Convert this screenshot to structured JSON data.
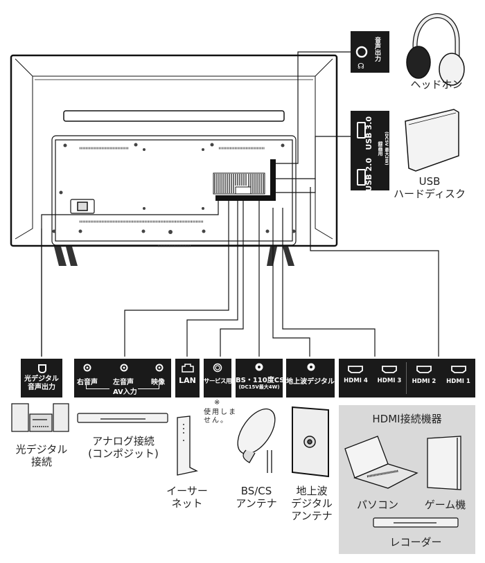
{
  "title": "TV rear connection diagram",
  "colors": {
    "panel": "#1a1a1a",
    "panel_text": "#ffffff",
    "hdmi_area": "#d9d9d9",
    "line": "#111111"
  },
  "side_panels": {
    "headphone_out": {
      "label": "音声出力",
      "icon": "headphone-jack-icon"
    },
    "usb": {
      "usb3_label": "USB 3.0",
      "usb2_label": "USB 2.0",
      "note1": "録画用",
      "note2": "(DC5V 最大3W)"
    }
  },
  "side_devices": {
    "headphones": {
      "label": "ヘッドホン"
    },
    "usb_hdd": {
      "label": "USB\nハードディスク"
    }
  },
  "bottom_panels": {
    "optical": {
      "label": "光デジタル\n音声出力"
    },
    "av": {
      "right": "右音声",
      "left": "左音声",
      "video": "映像",
      "group": "AV入力"
    },
    "lan": {
      "label": "LAN"
    },
    "service": {
      "label": "サービス用",
      "mark": "※"
    },
    "bs": {
      "label": "BS・110度CS",
      "sub": "(DC15V最大4W)"
    },
    "terrestrial": {
      "label": "地上波デジタル"
    },
    "hdmi": [
      {
        "label": "HDMI 4"
      },
      {
        "label": "HDMI 3"
      },
      {
        "label": "HDMI 2"
      },
      {
        "label": "HDMI 1"
      }
    ]
  },
  "devices": {
    "audio_system": {
      "label": "光デジタル\n接続"
    },
    "analog_player": {
      "label": "アナログ接続\n(コンポジット)"
    },
    "router": {
      "label": "イーサー\nネット"
    },
    "service_note": {
      "label": "使用しま\nせん。"
    },
    "bs_antenna": {
      "label": "BS/CS\nアンテナ"
    },
    "terrestrial_antenna": {
      "label": "地上波\nデジタル\nアンテナ"
    },
    "hdmi_group": {
      "title": "HDMI接続機器",
      "pc": "パソコン",
      "game": "ゲーム機",
      "recorder": "レコーダー"
    }
  }
}
